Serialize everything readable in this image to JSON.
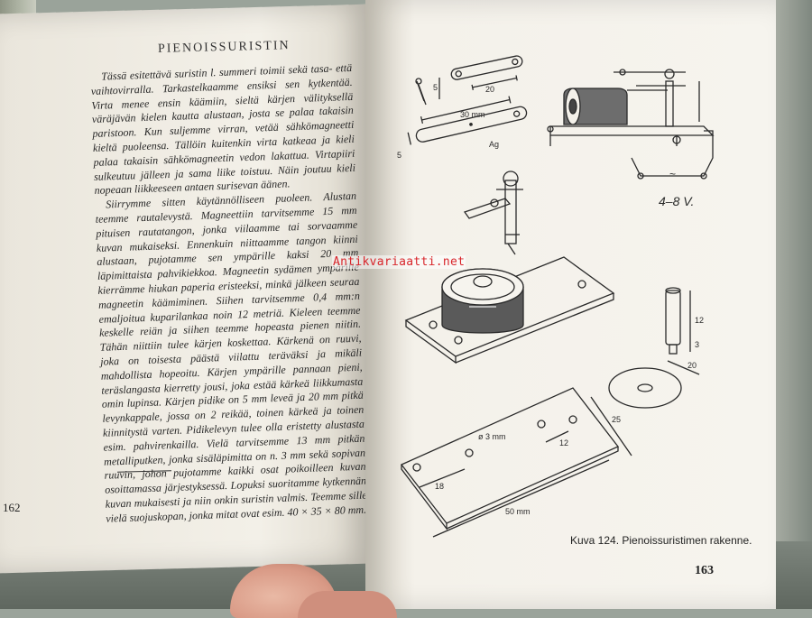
{
  "left_page": {
    "running_head": "PIENOISSURISTIN",
    "paragraphs": [
      "Tässä esitettävä suristin l. summeri toimii sekä tasa- että vaihtovirralla. Tarkastelkaamme ensiksi sen kytkentää. Virta menee ensin käämiin, sieltä kärjen välityksellä väräjävän kielen kautta alustaan, josta se palaa takaisin paristoon. Kun suljemme virran, vetää sähkömagneetti kieltä puoleensa. Tällöin kuitenkin virta katkeaa ja kieli palaa takaisin sähkömagneetin vedon lakattua. Virtapiiri sulkeutuu jälleen ja sama liike toistuu. Näin joutuu kieli nopeaan liikkeeseen antaen surisevan äänen.",
      "Siirrymme sitten käytännölliseen puoleen. Alustan teemme rautalevystä. Magneettiin tarvitsemme 15 mm pituisen rautatangon, jonka viilaamme tai sorvaamme kuvan mukaiseksi. Ennenkuin niittaamme tangon kiinni alustaan, pujotamme sen ympärille kaksi 20 mm läpimittaista pahvikiekkoa. Magneetin sydämen ympärille kierrämme hiukan paperia eristeeksi, minkä jälkeen seuraa magneetin käämiminen. Siihen tarvitsemme 0,4 mm:n emaljoitua kuparilankaa noin 12 metriä. Kieleen teemme keskelle reiän ja siihen teemme hopeasta pienen niitin. Tähän niittiin tulee kärjen koskettaa. Kärkenä on ruuvi, joka on toisesta päästä viilattu teräväksi ja mikäli mahdollista hopeoitu. Kärjen ympärille pannaan pieni, teräslangasta kierretty jousi, joka estää kärkeä liikkumasta omin lupinsa. Kärjen pidike on 5 mm leveä ja 20 mm pitkä levynkappale, jossa on 2 reikää, toinen kärkeä ja toinen kiinnitystä varten. Pidikelevyn tulee olla eristetty alustasta esim. pahvirenkailla. Vielä tarvitsemme 13 mm pitkän metalliputken, jonka sisäläpimitta on n. 3 mm sekä sopivan ruuvin, johon pujotamme kaikki osat poikoilleen kuvan osoittamassa järjestyksessä. Lopuksi suoritamme kytkennän kuvan mukaisesti ja niin onkin suristin valmis. Teemme sille vielä suojuskopan, jonka mitat ovat esim. 40 × 35 × 80 mm."
    ],
    "page_number": "162"
  },
  "right_page": {
    "caption": "Kuva 124. Pienoissuristimen rakenne.",
    "page_number": "163",
    "diagram_labels": {
      "dim_20_top": "20",
      "dim_5_top": "5",
      "dim_30mm": "30 mm",
      "dim_5_strip": "5",
      "silver_label": "Ag",
      "voltage": "4–8 V.",
      "ac_symbol": "~",
      "dim_12": "12",
      "dim_3": "3",
      "dim_20_washer": "20",
      "dim_25": "25",
      "dim_3mm": "ø 3 mm",
      "dim_12_plate": "12",
      "dim_18": "18",
      "dim_50mm": "50 mm"
    }
  },
  "watermark": "Antikvariaatti.net"
}
